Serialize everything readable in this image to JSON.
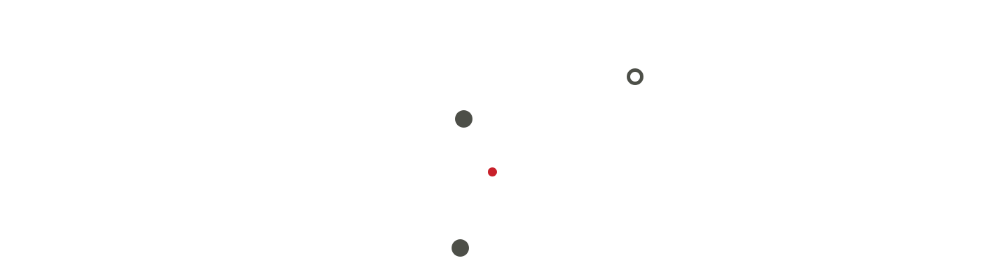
{
  "colors": {
    "background": "#ffffff",
    "dot": "#4d4f48",
    "accent": "#c8202a"
  },
  "markers": [
    {
      "name": "ring-marker",
      "style": "outline"
    },
    {
      "name": "upper-dot",
      "style": "filled"
    },
    {
      "name": "accent-dot",
      "style": "filled"
    },
    {
      "name": "lower-dot",
      "style": "filled"
    }
  ]
}
